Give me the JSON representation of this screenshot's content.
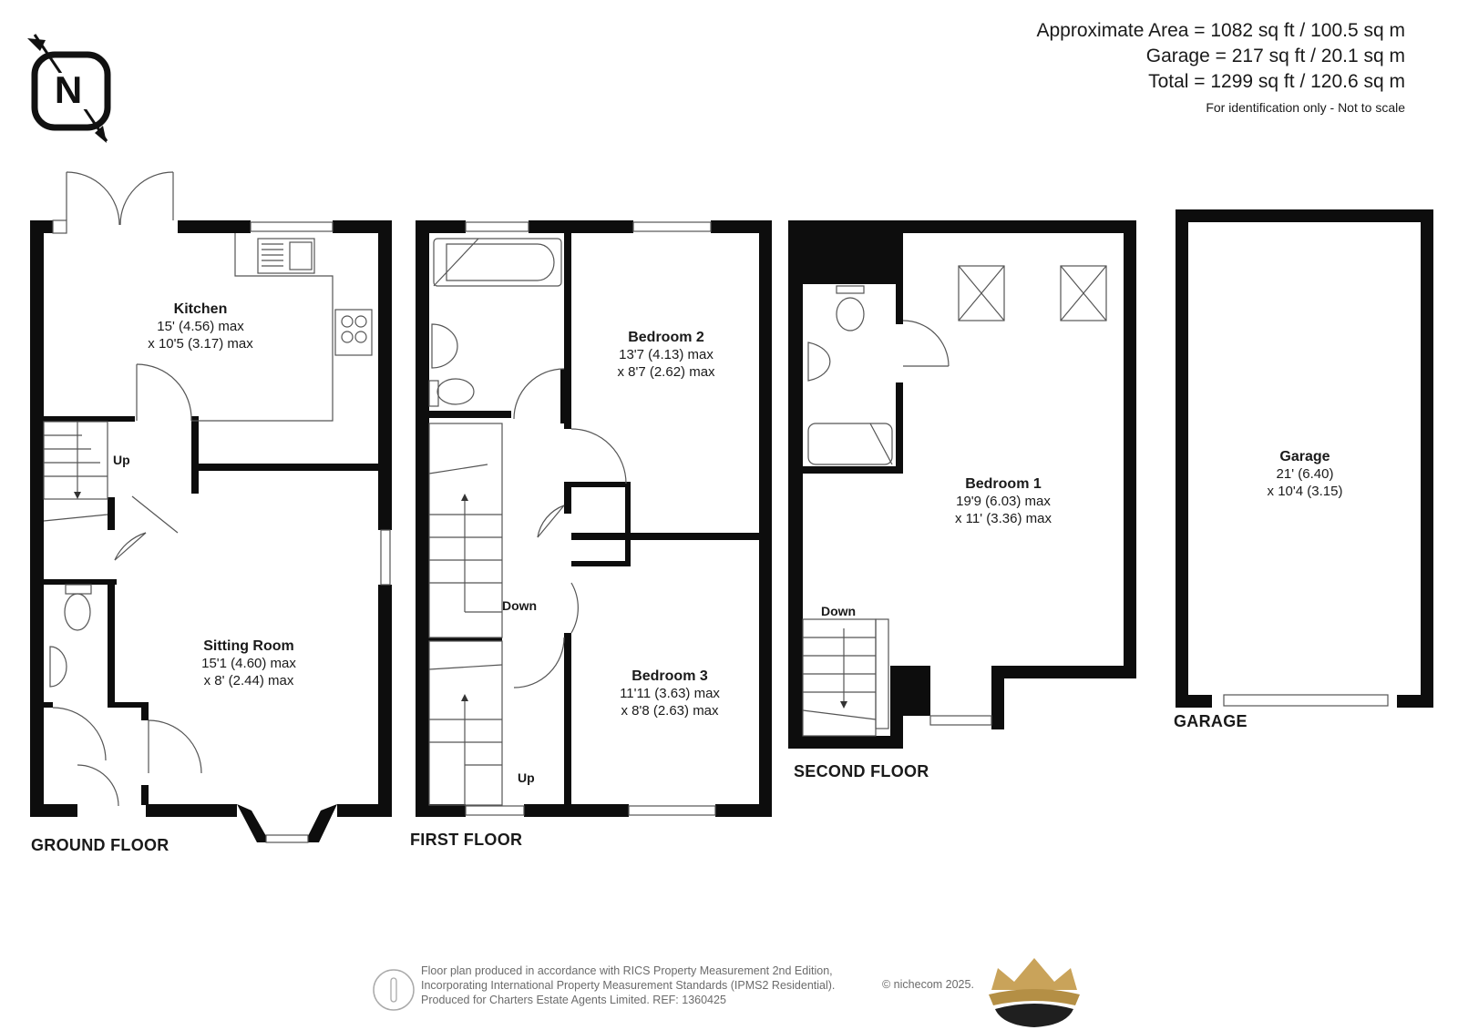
{
  "areas": {
    "approx": "Approximate Area = 1082 sq ft / 100.5 sq m",
    "garage": "Garage = 217 sq ft / 20.1 sq m",
    "total": "Total = 1299 sq ft / 120.6 sq m",
    "note": "For identification only - Not to scale"
  },
  "compass": {
    "letter": "N"
  },
  "floors": {
    "ground": "GROUND FLOOR",
    "first": "FIRST FLOOR",
    "second": "SECOND FLOOR",
    "garage": "GARAGE"
  },
  "rooms": {
    "kitchen": {
      "name": "Kitchen",
      "dim1": "15' (4.56) max",
      "dim2": "x 10'5 (3.17) max"
    },
    "sitting": {
      "name": "Sitting Room",
      "dim1": "15'1 (4.60) max",
      "dim2": "x 8' (2.44) max"
    },
    "bedroom2": {
      "name": "Bedroom 2",
      "dim1": "13'7 (4.13) max",
      "dim2": "x 8'7 (2.62) max"
    },
    "bedroom3": {
      "name": "Bedroom 3",
      "dim1": "11'11 (3.63) max",
      "dim2": "x 8'8 (2.63) max"
    },
    "bedroom1": {
      "name": "Bedroom 1",
      "dim1": "19'9 (6.03) max",
      "dim2": "x 11' (3.36) max"
    },
    "garage": {
      "name": "Garage",
      "dim1": "21' (6.40)",
      "dim2": "x 10'4 (3.15)"
    }
  },
  "stairs": {
    "ground_up": "Up",
    "first_down": "Down",
    "first_up": "Up",
    "second_down": "Down"
  },
  "footer": {
    "line1": "Floor plan produced in accordance with RICS Property Measurement 2nd Edition,",
    "line2": "Incorporating International Property Measurement Standards (IPMS2 Residential).",
    "line3": "Produced for Charters Estate Agents Limited.   REF: 1360425",
    "copyright": "© nichecom 2025."
  },
  "colors": {
    "wall": "#0d0d0d",
    "logo_gold": "#c9a35a",
    "text_grey": "#6b6b6b"
  }
}
